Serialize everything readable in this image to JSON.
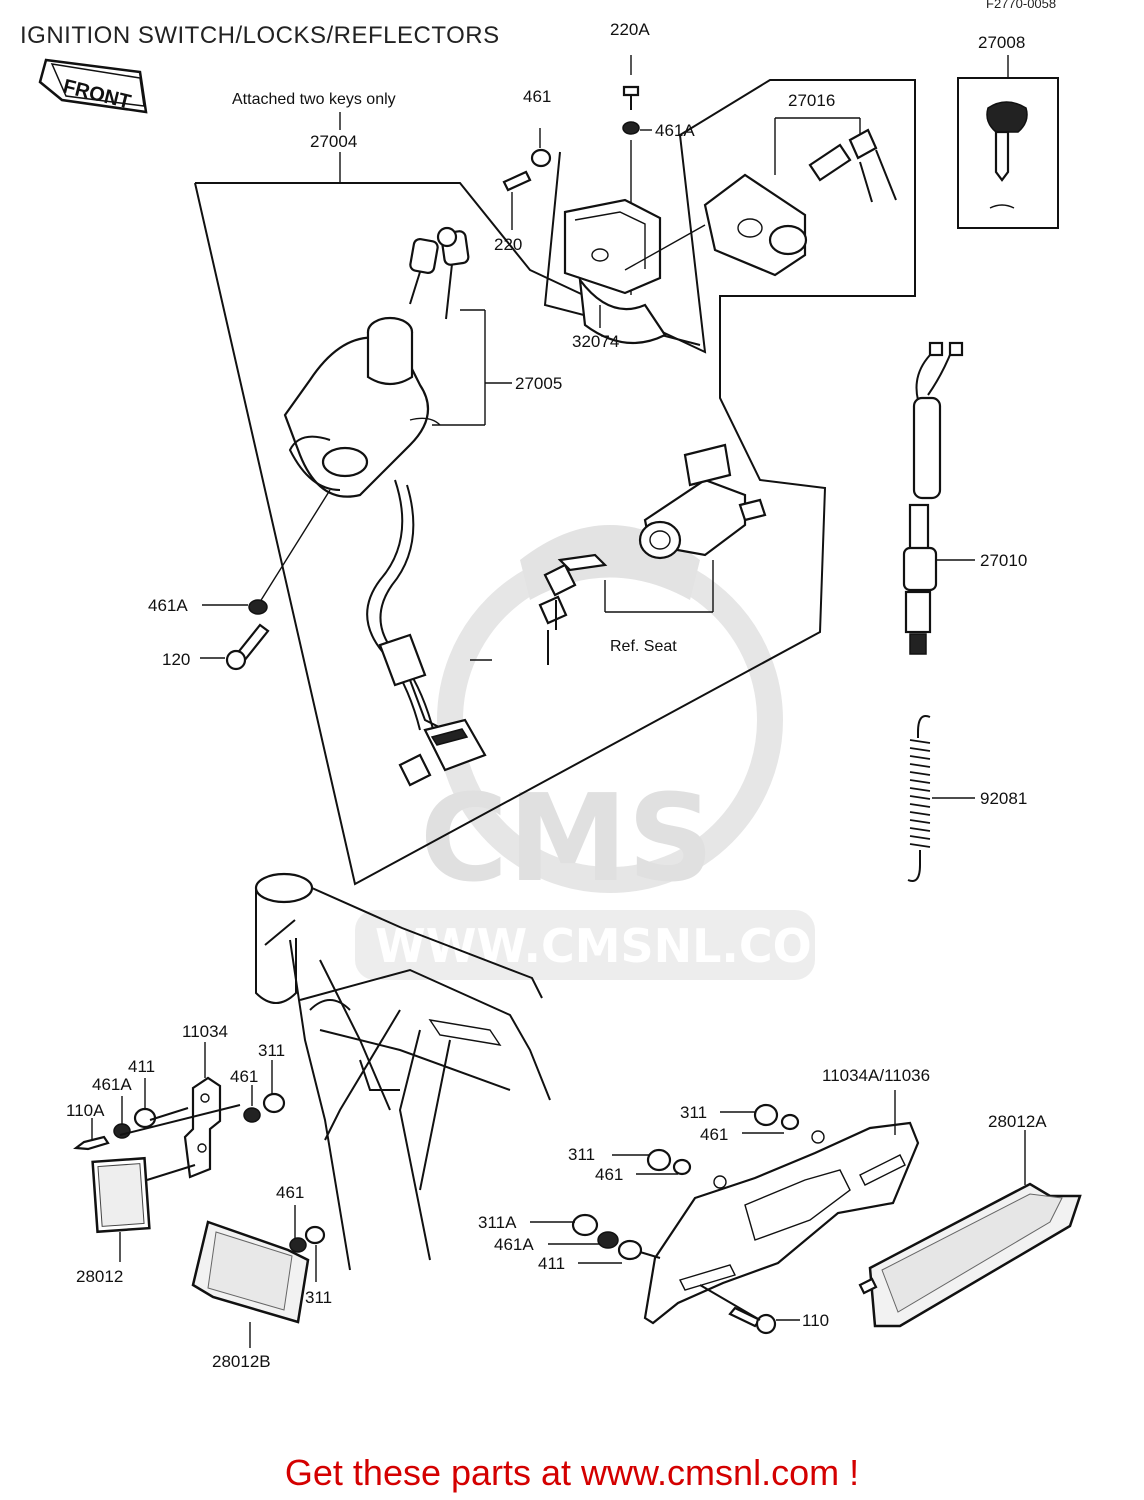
{
  "header": {
    "title": "IGNITION SWITCH/LOCKS/REFLECTORS",
    "figure_code": "F2770-0058"
  },
  "direction_tag": "FRONT",
  "notes": {
    "attached_keys": "Attached two keys only",
    "ref_seat": "Ref.  Seat"
  },
  "watermark": {
    "brand": "CMS",
    "url": "WWW.CMSNL.COM"
  },
  "callouts": {
    "p220A": "220A",
    "p27008": "27008",
    "p461_top": "461",
    "p461A_top": "461A",
    "p27016": "27016",
    "p27004": "27004",
    "p220": "220",
    "p32074": "32074",
    "p27005": "27005",
    "p27010": "27010",
    "p461A_mid": "461A",
    "p120": "120",
    "p92081": "92081",
    "p11034": "11034",
    "p411_left": "411",
    "p461A_left": "461A",
    "p110A": "110A",
    "p461_left": "461",
    "p311_left": "311",
    "p28012": "28012",
    "p461_low": "461",
    "p311_low": "311",
    "p28012B": "28012B",
    "p11034A": "11034A/11036",
    "p311_r1": "311",
    "p461_r1": "461",
    "p311_r2": "311",
    "p461_r2": "461",
    "p311A": "311A",
    "p461A_r": "461A",
    "p411_r": "411",
    "p110": "110",
    "p28012A": "28012A"
  },
  "footer": {
    "text": "Get these parts at www.cmsnl.com !",
    "color": "#d40000"
  }
}
